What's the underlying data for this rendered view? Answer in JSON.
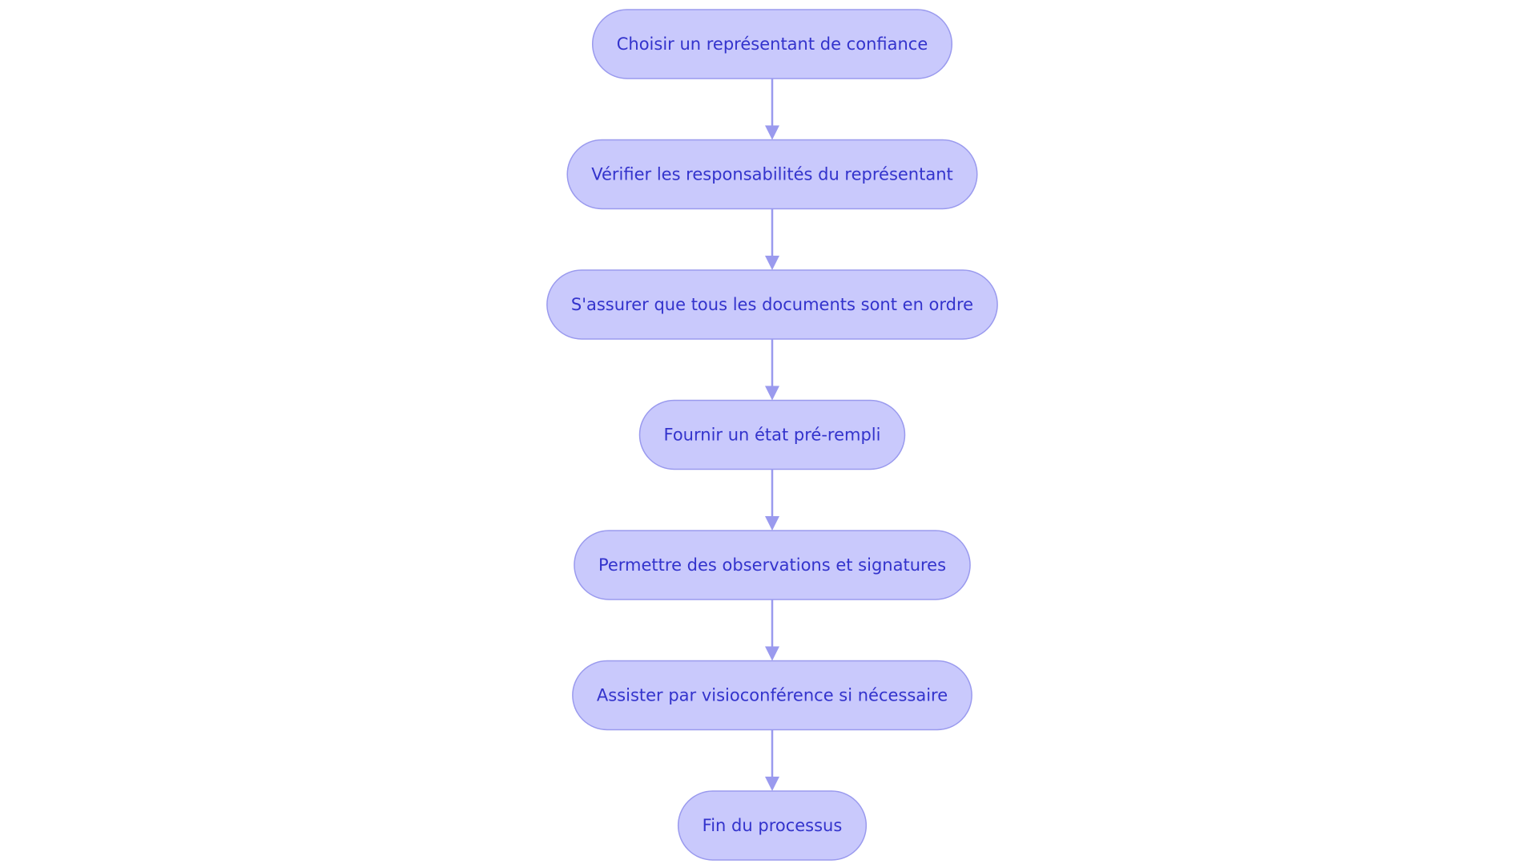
{
  "colors": {
    "node_fill": "#c9c9fc",
    "node_stroke": "#9a9aee",
    "edge": "#9a9aee",
    "text": "#3333cc",
    "background": "#ffffff"
  },
  "steps": [
    {
      "id": "step-1",
      "label": "Choisir un représentant de confiance"
    },
    {
      "id": "step-2",
      "label": "Vérifier les responsabilités du représentant"
    },
    {
      "id": "step-3",
      "label": "S'assurer que tous les documents sont en ordre"
    },
    {
      "id": "step-4",
      "label": "Fournir un état pré-rempli"
    },
    {
      "id": "step-5",
      "label": "Permettre des observations et signatures"
    },
    {
      "id": "step-6",
      "label": "Assister par visioconférence si nécessaire"
    },
    {
      "id": "step-7",
      "label": "Fin du processus"
    }
  ],
  "edges": [
    {
      "from": "step-1",
      "to": "step-2"
    },
    {
      "from": "step-2",
      "to": "step-3"
    },
    {
      "from": "step-3",
      "to": "step-4"
    },
    {
      "from": "step-4",
      "to": "step-5"
    },
    {
      "from": "step-5",
      "to": "step-6"
    },
    {
      "from": "step-6",
      "to": "step-7"
    }
  ]
}
